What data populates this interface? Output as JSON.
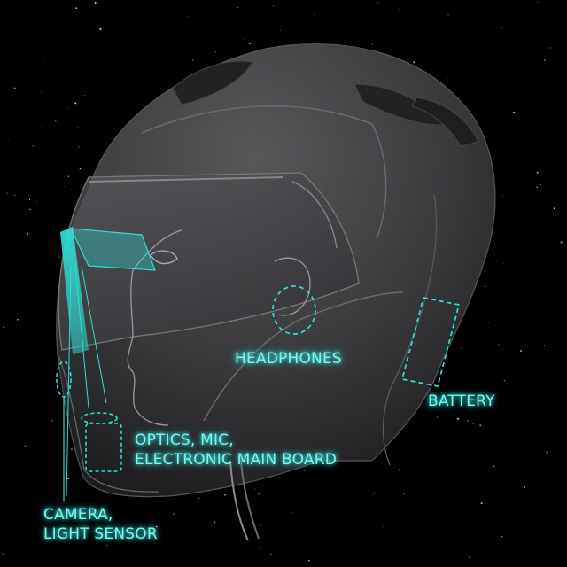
{
  "diagram": {
    "accent_color": "#2de0d6",
    "label_color": "#7ff5ee",
    "background_color": "#000000",
    "helmet_color": "#3a3a3c",
    "labels": {
      "headphones": "HEADPHONES",
      "battery": "BATTERY",
      "optics": [
        "OPTICS, MIC,",
        "ELECTRONIC MAIN BOARD"
      ],
      "camera": [
        "CAMERA,",
        "LIGHT SENSOR"
      ]
    }
  }
}
